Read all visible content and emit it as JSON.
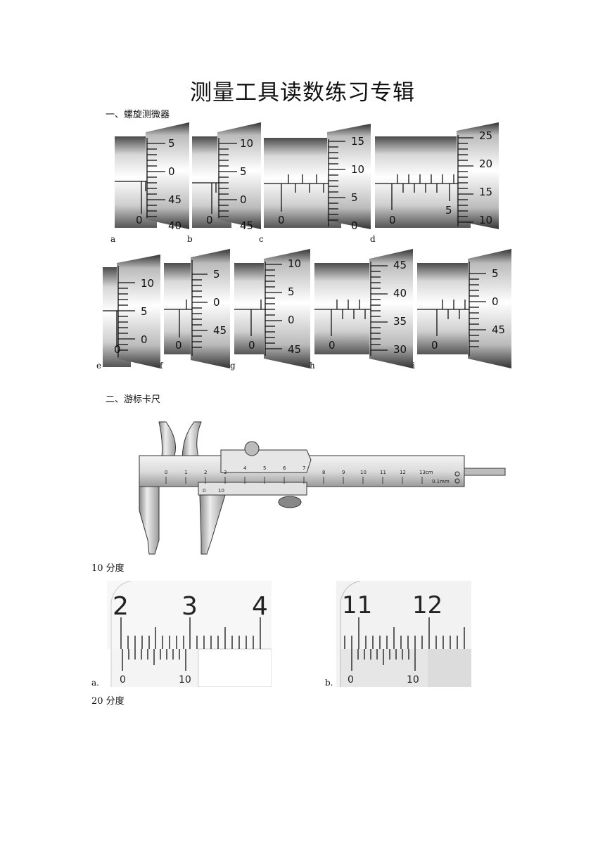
{
  "title": "测量工具读数练习专辑",
  "section1": "一、螺旋测微器",
  "section2": "二、游标卡尺",
  "micrometers": [
    {
      "label": "a",
      "ticks": [
        "5",
        "0",
        "45",
        "40"
      ],
      "sleeve": [
        "0"
      ]
    },
    {
      "label": "b",
      "ticks": [
        "10",
        "5",
        "0",
        "45"
      ],
      "sleeve": [
        "0"
      ]
    },
    {
      "label": "c",
      "ticks": [
        "15",
        "10",
        "5",
        "0"
      ],
      "sleeve": [
        "0"
      ]
    },
    {
      "label": "d",
      "ticks": [
        "25",
        "20",
        "15",
        "10"
      ],
      "sleeve": [
        "0",
        "5"
      ]
    },
    {
      "label": "e",
      "ticks": [
        "10",
        "5",
        "0"
      ],
      "sleeve": [
        "0"
      ]
    },
    {
      "label": "f",
      "ticks": [
        "5",
        "0",
        "45"
      ],
      "sleeve": [
        "0"
      ]
    },
    {
      "label": "g",
      "ticks": [
        "10",
        "5",
        "0",
        "45"
      ],
      "sleeve": [
        "0"
      ]
    },
    {
      "label": "h",
      "ticks": [
        "45",
        "40",
        "35",
        "30"
      ],
      "sleeve": [
        "0"
      ]
    },
    {
      "label": "i",
      "ticks": [
        "5",
        "0",
        "45"
      ],
      "sleeve": [
        "0"
      ]
    }
  ],
  "caliper": {
    "main_scale": [
      "0",
      "1",
      "2",
      "3",
      "4",
      "5",
      "6",
      "7",
      "8",
      "9",
      "10",
      "11",
      "12",
      "13cm"
    ],
    "vernier_scale": [
      "0",
      "10"
    ],
    "precision": "0.1mm"
  },
  "subsection_10": "10 分度",
  "subsection_20": "20 分度",
  "vernier10": [
    {
      "label": "a.",
      "main": [
        "2",
        "3",
        "4"
      ],
      "vernier": [
        "0",
        "10"
      ]
    },
    {
      "label": "b.",
      "main": [
        "11",
        "12"
      ],
      "vernier": [
        "0",
        "10"
      ]
    }
  ]
}
